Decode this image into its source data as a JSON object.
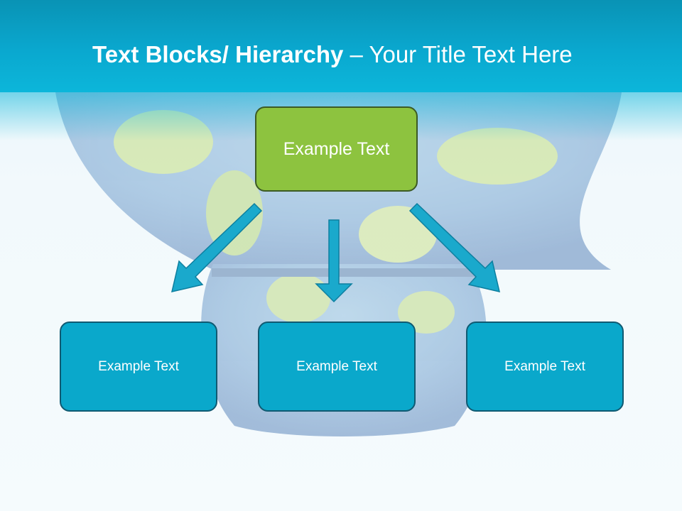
{
  "title": {
    "bold": "Text Blocks/ Hierarchy",
    "separator": " – ",
    "rest": "Your Title Text Here"
  },
  "diagram": {
    "root": {
      "label": "Example Text"
    },
    "children": [
      {
        "label": "Example Text"
      },
      {
        "label": "Example Text"
      },
      {
        "label": "Example Text"
      }
    ]
  },
  "colors": {
    "header": "#0aa8cf",
    "root_fill": "#8dc33f",
    "child_fill": "#0aa8cb",
    "arrow_fill": "#1aa9cc"
  }
}
